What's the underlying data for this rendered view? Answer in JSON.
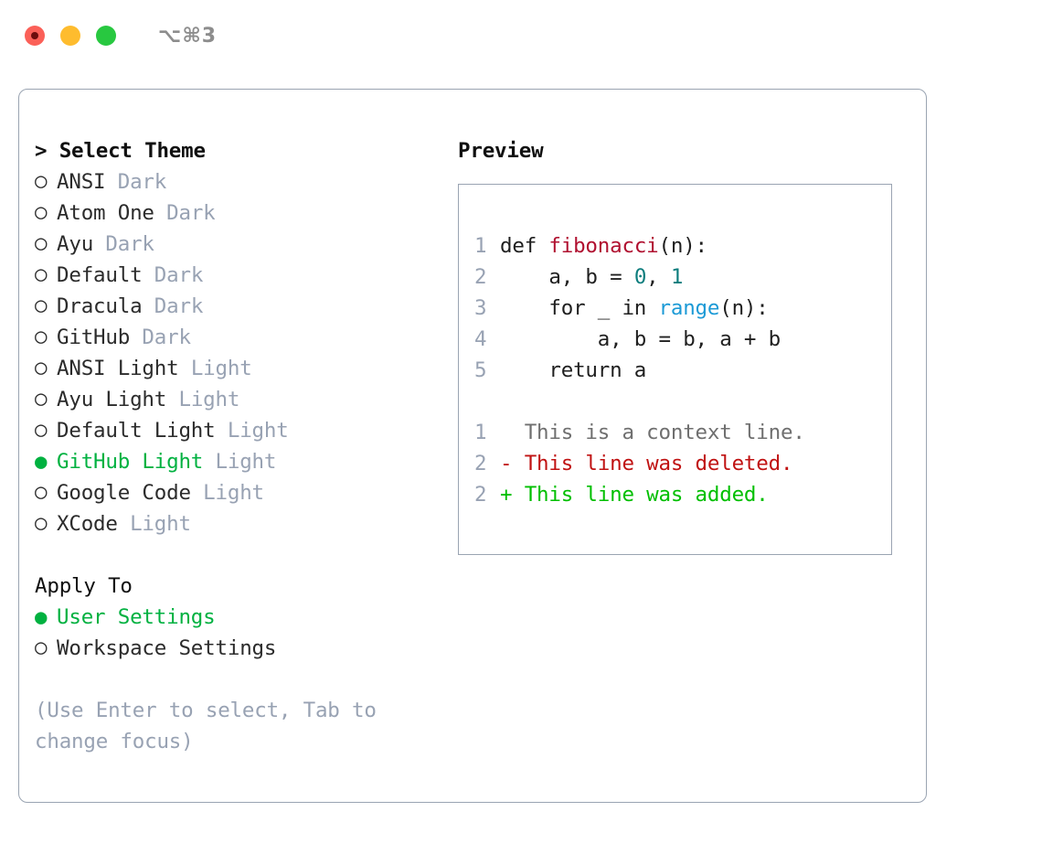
{
  "window": {
    "shortcut_label": "⌥⌘3",
    "traffic_lights": [
      "close-dot",
      "minimize-dot",
      "maximize-dot"
    ]
  },
  "theme_picker": {
    "header": "> Select Theme",
    "selected_theme": "GitHub Light",
    "selected_marker": "●",
    "unselected_marker": "○",
    "accent_color": "#00b140",
    "variant_color": "#98a2b3",
    "items": [
      {
        "marker": "○",
        "name": "ANSI",
        "variant": "Dark",
        "selected": false
      },
      {
        "marker": "○",
        "name": "Atom One",
        "variant": "Dark",
        "selected": false
      },
      {
        "marker": "○",
        "name": "Ayu",
        "variant": "Dark",
        "selected": false
      },
      {
        "marker": "○",
        "name": "Default",
        "variant": "Dark",
        "selected": false
      },
      {
        "marker": "○",
        "name": "Dracula",
        "variant": "Dark",
        "selected": false
      },
      {
        "marker": "○",
        "name": "GitHub",
        "variant": "Dark",
        "selected": false
      },
      {
        "marker": "○",
        "name": "ANSI Light",
        "variant": "Light",
        "selected": false
      },
      {
        "marker": "○",
        "name": "Ayu Light",
        "variant": "Light",
        "selected": false
      },
      {
        "marker": "○",
        "name": "Default Light",
        "variant": "Light",
        "selected": false
      },
      {
        "marker": "●",
        "name": "GitHub Light",
        "variant": "Light",
        "selected": true
      },
      {
        "marker": "○",
        "name": "Google Code",
        "variant": "Light",
        "selected": false
      },
      {
        "marker": "○",
        "name": "XCode",
        "variant": "Light",
        "selected": false
      }
    ]
  },
  "apply_to": {
    "header": "Apply To",
    "selected_option": "User Settings",
    "options": [
      {
        "marker": "●",
        "label": "User Settings",
        "selected": true
      },
      {
        "marker": "○",
        "label": "Workspace Settings",
        "selected": false
      }
    ]
  },
  "hint": {
    "text": "(Use Enter to select, Tab to change focus)"
  },
  "preview": {
    "title": "Preview",
    "code_lines": [
      {
        "number": "1",
        "tokens": [
          {
            "text": "def ",
            "style": "plain"
          },
          {
            "text": "fibonacci",
            "style": "func"
          },
          {
            "text": "(n):",
            "style": "plain"
          }
        ]
      },
      {
        "number": "2",
        "tokens": [
          {
            "text": "    a, b = ",
            "style": "plain"
          },
          {
            "text": "0",
            "style": "num"
          },
          {
            "text": ", ",
            "style": "plain"
          },
          {
            "text": "1",
            "style": "num"
          }
        ]
      },
      {
        "number": "3",
        "tokens": [
          {
            "text": "    for _ in ",
            "style": "plain"
          },
          {
            "text": "range",
            "style": "builtin"
          },
          {
            "text": "(n):",
            "style": "plain"
          }
        ]
      },
      {
        "number": "4",
        "tokens": [
          {
            "text": "        a, b = b, a + b",
            "style": "plain"
          }
        ]
      },
      {
        "number": "5",
        "tokens": [
          {
            "text": "    return a",
            "style": "plain"
          }
        ]
      }
    ],
    "diff_lines": [
      {
        "number": "1",
        "sign": " ",
        "text": "This is a context line.",
        "kind": "context"
      },
      {
        "number": "2",
        "sign": "-",
        "text": "This line was deleted.",
        "kind": "deleted"
      },
      {
        "number": "2",
        "sign": "+",
        "text": "This line was added.",
        "kind": "added"
      }
    ],
    "colors": {
      "function": "#b01030",
      "number": "#0d7d7d",
      "builtin": "#1c9ad6",
      "context": "#6f6f6f",
      "deleted": "#c01212",
      "added": "#00bf00",
      "lineno": "#98a2b3"
    }
  }
}
